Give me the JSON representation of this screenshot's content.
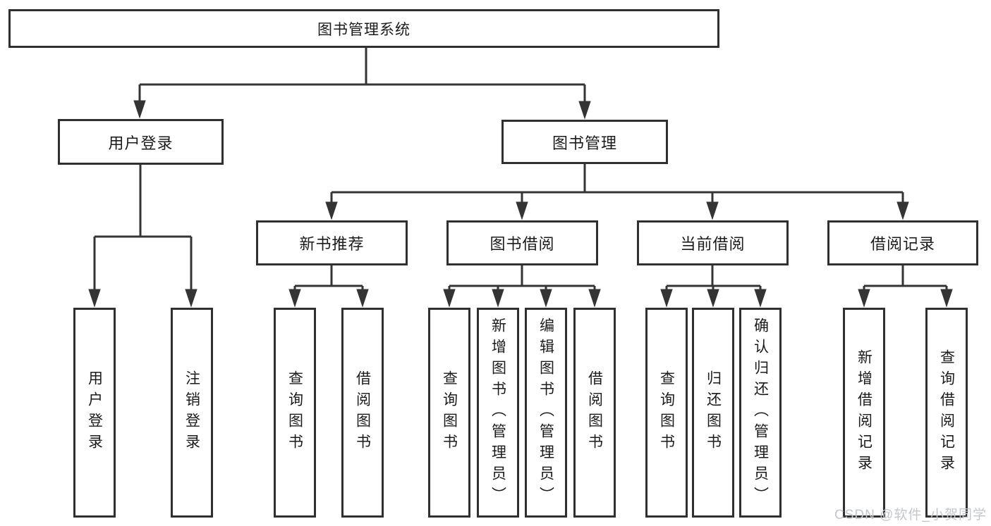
{
  "diagram": {
    "root": {
      "label": "图书管理系统"
    },
    "branches": [
      {
        "label": "用户登录",
        "children": [
          {
            "label": "用户登录"
          },
          {
            "label": "注销登录"
          }
        ]
      },
      {
        "label": "图书管理",
        "children": [
          {
            "label": "新书推荐",
            "children": [
              {
                "label": "查询图书"
              },
              {
                "label": "借阅图书"
              }
            ]
          },
          {
            "label": "图书借阅",
            "children": [
              {
                "label": "查询图书"
              },
              {
                "label": "新增图书（管理员）"
              },
              {
                "label": "编辑图书（管理员）"
              },
              {
                "label": "借阅图书"
              }
            ]
          },
          {
            "label": "当前借阅",
            "children": [
              {
                "label": "查询图书"
              },
              {
                "label": "归还图书"
              },
              {
                "label": "确认归还（管理员）"
              }
            ]
          },
          {
            "label": "借阅记录",
            "children": [
              {
                "label": "新增借阅记录"
              },
              {
                "label": "查询借阅记录"
              }
            ]
          }
        ]
      }
    ]
  },
  "watermark": {
    "text": "CSDN @软件_小贺同学",
    "color": "#c3c7cc"
  },
  "colors": {
    "line": "#343434",
    "box_border": "#303030",
    "text": "#1b1b1b",
    "background": "#ffffff"
  }
}
